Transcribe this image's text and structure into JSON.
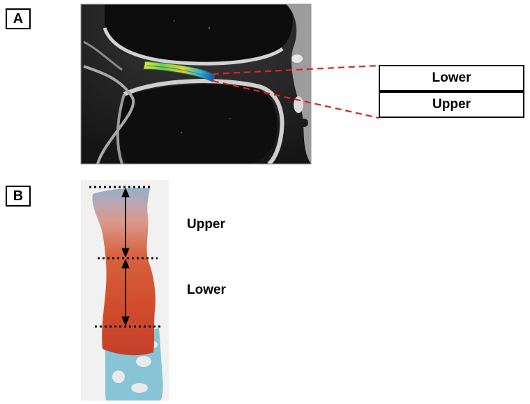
{
  "panels": {
    "a": {
      "label": "A",
      "boxes": {
        "lower": "Lower",
        "upper": "Upper"
      }
    },
    "b": {
      "label": "B",
      "regions": {
        "upper": "Upper",
        "lower": "Lower"
      }
    }
  },
  "colors": {
    "leader_line": "#e32222",
    "arrow": "#000000",
    "stain_cartilage": "#cf4a2a",
    "stain_surface": "#8fb1c9",
    "stain_bone": "#86c4d6"
  }
}
